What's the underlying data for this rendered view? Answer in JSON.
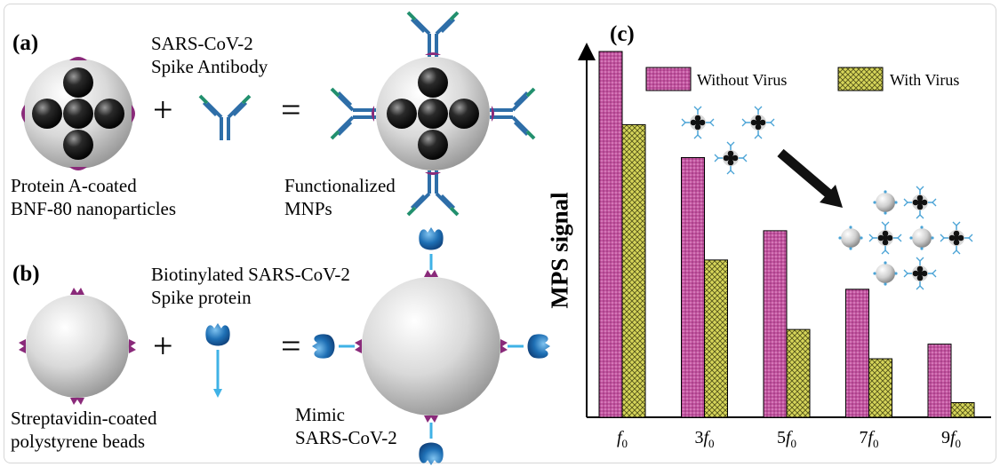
{
  "panel_a": {
    "label": "(a)",
    "antibody_label_line1": "SARS-CoV-2",
    "antibody_label_line2": "Spike Antibody",
    "nanoparticle_label_line1": "Protein A-coated",
    "nanoparticle_label_line2": "BNF-80 nanoparticles",
    "result_label_line1": "Functionalized",
    "result_label_line2": "MNPs",
    "plus": "+",
    "equals": "="
  },
  "panel_b": {
    "label": "(b)",
    "protein_label_line1": "Biotinylated SARS-CoV-2",
    "protein_label_line2": "Spike protein",
    "bead_label_line1": "Streptavidin-coated",
    "bead_label_line2": "polystyrene beads",
    "result_label_line1": "Mimic",
    "result_label_line2": "SARS-CoV-2",
    "plus": "+",
    "equals": "="
  },
  "panel_c": {
    "label": "(c)"
  },
  "colors": {
    "without_virus": "#c2549f",
    "with_virus": "#c9c84a",
    "antibody_blue": "#2e6ea8",
    "antibody_teal": "#22906e",
    "streptavidin": "#8a2a7a",
    "spike_protein": "#1e6fb4"
  },
  "chart_data": {
    "type": "bar",
    "ylabel": "MPS signal",
    "xlabel": "",
    "categories": [
      "f0",
      "3f0",
      "5f0",
      "7f0",
      "9f0"
    ],
    "category_display": [
      {
        "coef": "",
        "base": "f",
        "sub": "0"
      },
      {
        "coef": "3",
        "base": "f",
        "sub": "0"
      },
      {
        "coef": "5",
        "base": "f",
        "sub": "0"
      },
      {
        "coef": "7",
        "base": "f",
        "sub": "0"
      },
      {
        "coef": "9",
        "base": "f",
        "sub": "0"
      }
    ],
    "series": [
      {
        "name": "Without Virus",
        "values": [
          1.0,
          0.71,
          0.51,
          0.35,
          0.2
        ]
      },
      {
        "name": "With Virus",
        "values": [
          0.8,
          0.43,
          0.24,
          0.16,
          0.04
        ]
      }
    ],
    "ylim": [
      0,
      1.0
    ],
    "y_ticks_shown": false,
    "grid": false,
    "legend_position": "top"
  }
}
